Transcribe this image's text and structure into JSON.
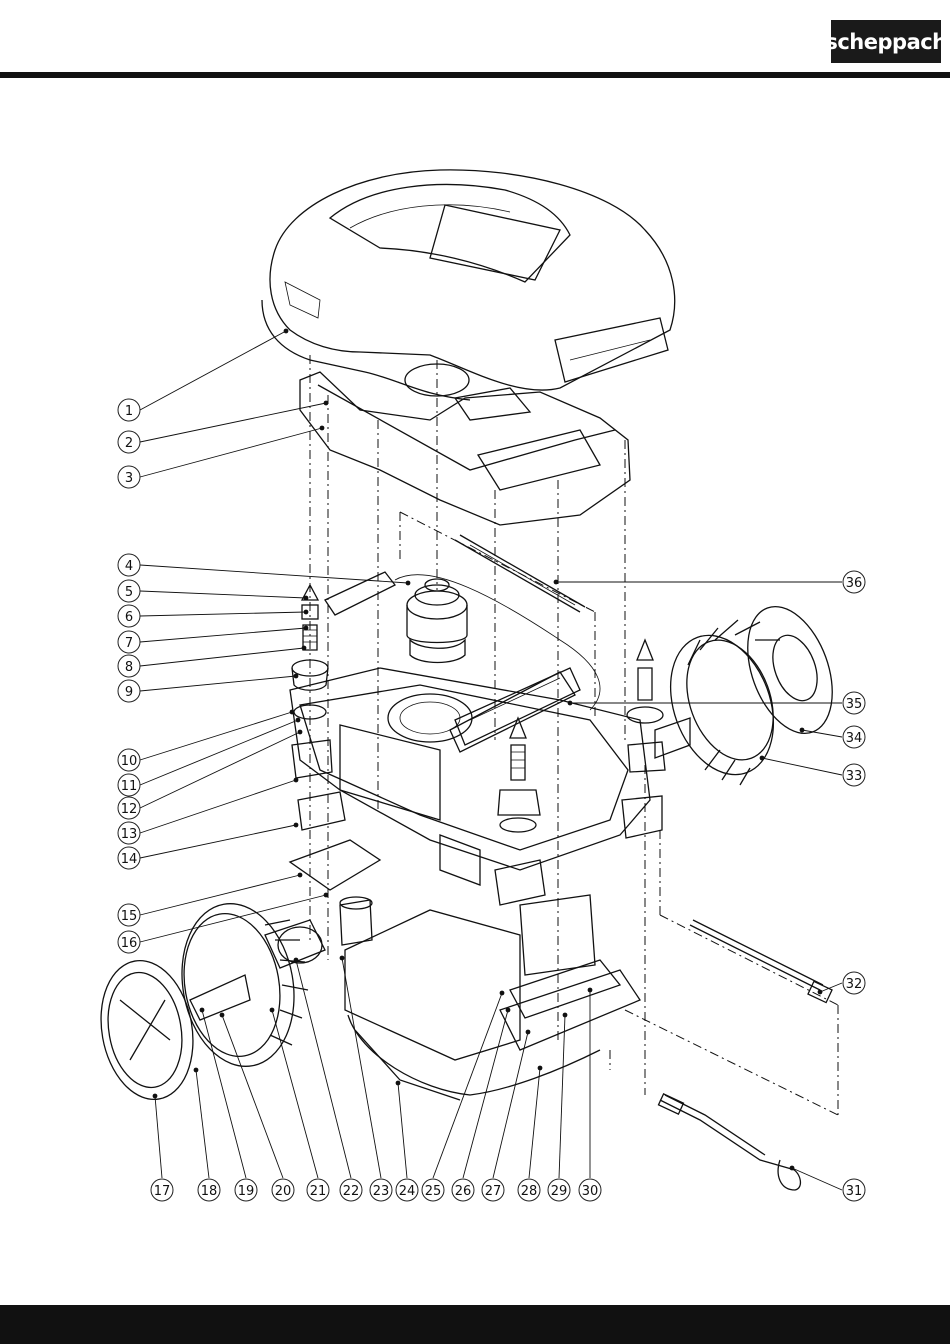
{
  "brand": {
    "logo_text": "scheppach"
  },
  "callouts": [
    "1",
    "2",
    "3",
    "4",
    "5",
    "6",
    "7",
    "8",
    "9",
    "10",
    "11",
    "12",
    "13",
    "14",
    "15",
    "16",
    "17",
    "18",
    "19",
    "20",
    "21",
    "22",
    "23",
    "24",
    "25",
    "26",
    "27",
    "28",
    "29",
    "30",
    "31",
    "32",
    "33",
    "34",
    "35",
    "36"
  ]
}
